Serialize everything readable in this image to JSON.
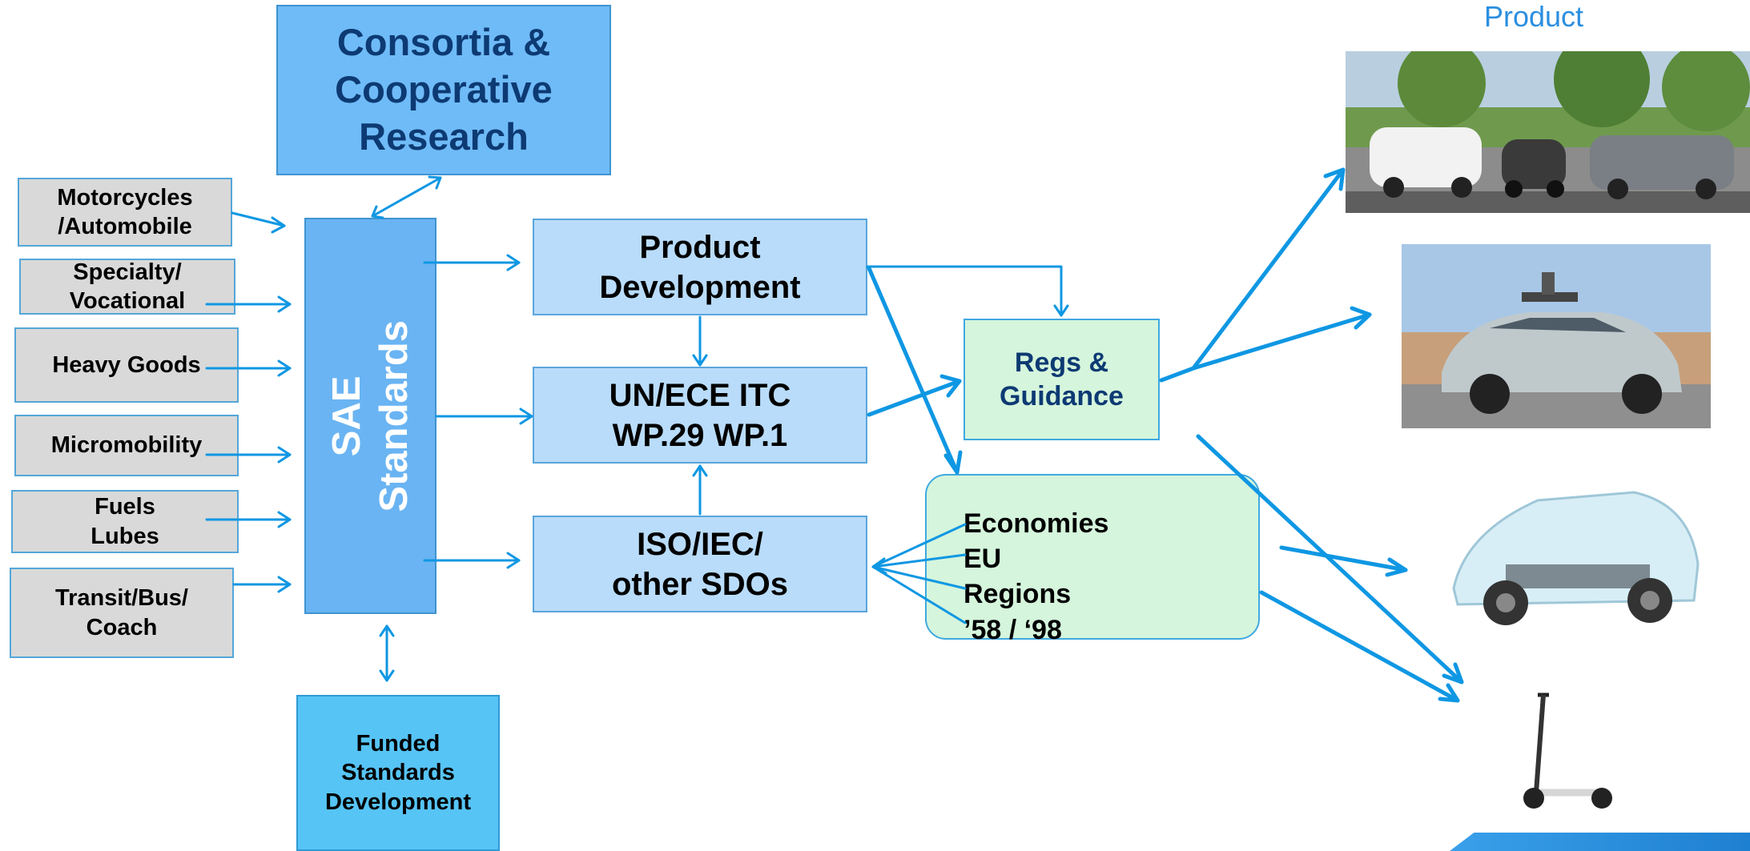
{
  "caption": "Product",
  "left_categories": [
    {
      "lines": [
        "Motorcycles",
        "/Automobile"
      ]
    },
    {
      "lines": [
        "Specialty/",
        "Vocational"
      ]
    },
    {
      "lines": [
        "Heavy Goods"
      ]
    },
    {
      "lines": [
        "Micromobility"
      ]
    },
    {
      "lines": [
        "Fuels",
        "Lubes"
      ]
    },
    {
      "lines": [
        "Transit/Bus/",
        "Coach"
      ]
    }
  ],
  "consortia": [
    "Consortia &",
    "Cooperative",
    "Research"
  ],
  "sae": [
    "SAE",
    "Standards"
  ],
  "funded": [
    "Funded",
    "Standards",
    "Development"
  ],
  "product_development": [
    "Product",
    "Development"
  ],
  "unece": [
    "UN/ECE ITC",
    "WP.29 WP.1"
  ],
  "iso": [
    "ISO/IEC/",
    "other SDOs"
  ],
  "regs": [
    "Regs &",
    "Guidance"
  ],
  "economies": [
    "Economies",
    "EU",
    "Regions",
    "’58 / ‘98"
  ],
  "colors": {
    "arrow": "#0f97e3",
    "gray_box": "#d9d9d9",
    "sae_blue": "#6ab4f3",
    "light_blue": "#b9dcfa",
    "light_green": "#d5f5dc",
    "title_text": "#0d3a73"
  }
}
